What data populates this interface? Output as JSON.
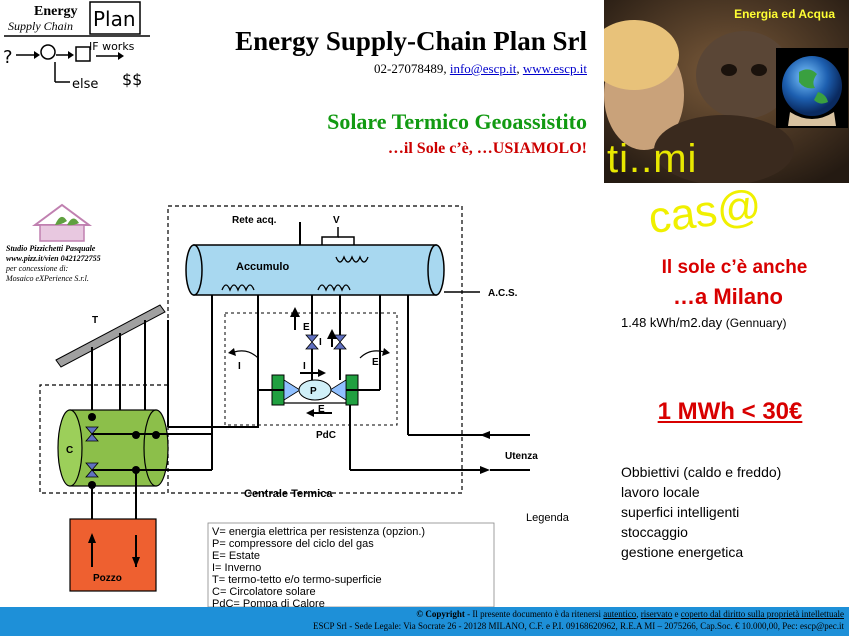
{
  "logo": {
    "line1": "Energy",
    "line2": "Supply Chain",
    "plan": "Plan",
    "if_works": "IF works",
    "else": "else",
    "money": "$$"
  },
  "header": {
    "company": "Energy Supply-Chain Plan  Srl",
    "phone": "02-27078489, ",
    "email": "info@escp.it",
    "separator": ", ",
    "website": "www.escp.it",
    "product": "Solare Termico Geoassistito",
    "motto": "…il Sole c’è, …USIAMOLO!"
  },
  "photo": {
    "label": "Energia ed Acqua"
  },
  "slogan": {
    "ti_mi": "ti..mi",
    "casa": "cas@",
    "line1": "Il sole c’è anche",
    "line2": "…a  Milano",
    "kwh_value": "1.48 kWh/m2.day ",
    "kwh_note": "(Gennuary)",
    "price": "1 MWh < 30€"
  },
  "objectives": [
    "Obbiettivi (caldo e freddo)",
    "lavoro locale",
    "superfici intelligenti",
    "stoccaggio",
    "gestione energetica"
  ],
  "diagram": {
    "studio_name": "Studio Pizzichetti Pasquale",
    "studio_web": "www.pizz.it/vien 0421272755",
    "studio_concession": "per concessione di:",
    "studio_company": "Mosaico eXPerience S.r.l.",
    "rete": "Rete acq.",
    "v_top": "V",
    "accumulo": "Accumulo",
    "acs": "A.C.S.",
    "t": "T",
    "e1": "E",
    "i1": "I",
    "i2": "I",
    "e2": "E",
    "i3": "I",
    "p": "P",
    "e3": "E",
    "pdc": "PdC",
    "c": "C",
    "utenza": "Utenza",
    "centrale": "Centrale Termica",
    "pozzo": "Pozzo",
    "legenda": "Legenda",
    "legend": [
      "V= energia elettrica per resistenza (opzion.)",
      "P= compressore del ciclo del gas",
      "E= Estate",
      " I= Inverno",
      "T= termo-tetto e/o termo-superficie",
      "C= Circolatore solare",
      "PdC= Pompa di Calore"
    ]
  },
  "footer": {
    "copyright": "© Copyright",
    "line1_a": " - Il presente documento è da ritenersi ",
    "line1_b": "autentico",
    "line1_c": ", ",
    "line1_d": "riservato",
    "line1_e": " e ",
    "line1_f": "coperto dal diritto sulla proprietà intellettuale",
    "line2": "ESCP Srl - Sede Legale: Via Socrate 26 - 20128  MILANO, C.F. e P.I.  09168620962, R.E.A  MI – 2075266, Cap.Soc. € 10.000,00, Pec: escp@pec.it"
  },
  "colors": {
    "green_title": "#129a12",
    "red_text": "#d80000",
    "yellow_slogan": "#f0f000",
    "footer_bar": "#1e90d8",
    "tank": "#a8d8f0",
    "solar_pump": "#8cbf4a",
    "well": "#ee6030"
  }
}
